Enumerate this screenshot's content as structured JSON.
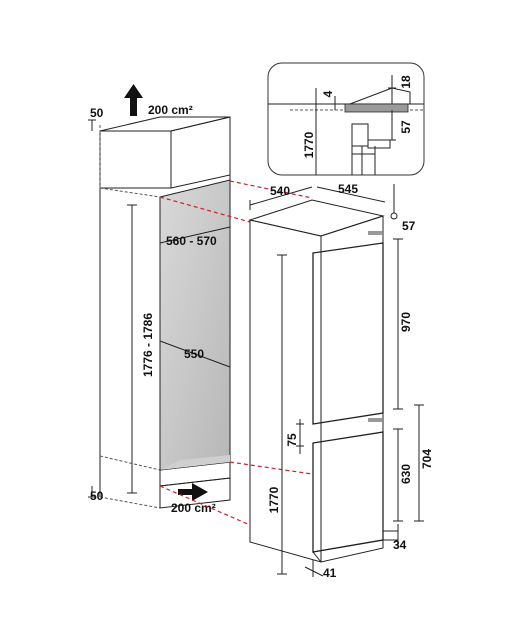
{
  "niche": {
    "vent_top": "200 cm²",
    "vent_bottom": "200 cm²",
    "gap_top": "50",
    "gap_bottom": "50",
    "height_range": "1776 - 1786",
    "width_range": "560 - 570",
    "depth": "550"
  },
  "appliance": {
    "width": "540",
    "depth": "545",
    "top_offset": "57",
    "total_height": "1770",
    "fridge_door": "970",
    "freezer_section": "704",
    "freezer_door": "630",
    "door_gap": "75",
    "plinth": "34",
    "side_offset": "41"
  },
  "detail": {
    "height": "1770",
    "gap_small": "4",
    "gap_top": "18",
    "gap_side": "57"
  }
}
